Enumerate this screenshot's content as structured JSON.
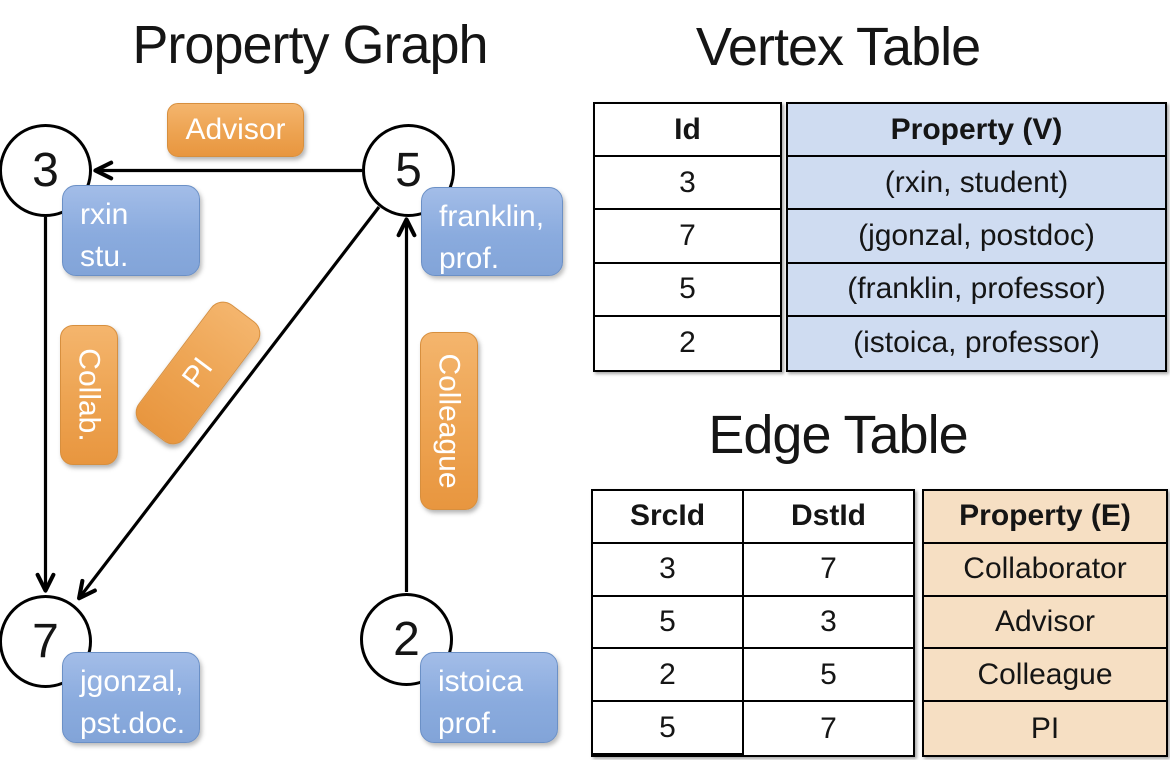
{
  "graph": {
    "title": "Property Graph",
    "nodes": [
      {
        "id": "3",
        "prop_line1": "rxin",
        "prop_line2": "stu."
      },
      {
        "id": "5",
        "prop_line1": "franklin,",
        "prop_line2": "prof."
      },
      {
        "id": "7",
        "prop_line1": "jgonzal,",
        "prop_line2": "pst.doc."
      },
      {
        "id": "2",
        "prop_line1": "istoica",
        "prop_line2": "prof."
      }
    ],
    "edge_labels": {
      "advisor": "Advisor",
      "collab": "Collab.",
      "pi": "PI",
      "colleague": "Colleague"
    }
  },
  "vertex_table": {
    "title": "Vertex Table",
    "headers": {
      "id": "Id",
      "property": "Property (V)"
    },
    "rows": [
      {
        "id": "3",
        "property": "(rxin, student)"
      },
      {
        "id": "7",
        "property": "(jgonzal, postdoc)"
      },
      {
        "id": "5",
        "property": "(franklin, professor)"
      },
      {
        "id": "2",
        "property": "(istoica, professor)"
      }
    ]
  },
  "edge_table": {
    "title": "Edge Table",
    "headers": {
      "src": "SrcId",
      "dst": "DstId",
      "property": "Property (E)"
    },
    "rows": [
      {
        "src": "3",
        "dst": "7",
        "property": "Collaborator"
      },
      {
        "src": "5",
        "dst": "3",
        "property": "Advisor"
      },
      {
        "src": "2",
        "dst": "5",
        "property": "Colleague"
      },
      {
        "src": "5",
        "dst": "7",
        "property": "PI"
      }
    ]
  },
  "colors": {
    "edge_label_orange": "#eda351",
    "vertex_label_blue": "#8aabde",
    "vertex_property_bg": "#cfdcf1",
    "edge_property_bg": "#f6dfc3",
    "line_black": "#000000"
  }
}
